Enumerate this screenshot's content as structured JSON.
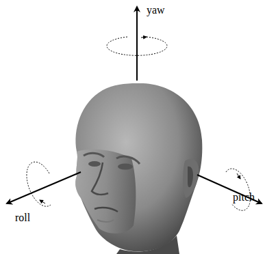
{
  "diagram": {
    "labels": [
      "yaw",
      "roll",
      "pitch"
    ]
  }
}
